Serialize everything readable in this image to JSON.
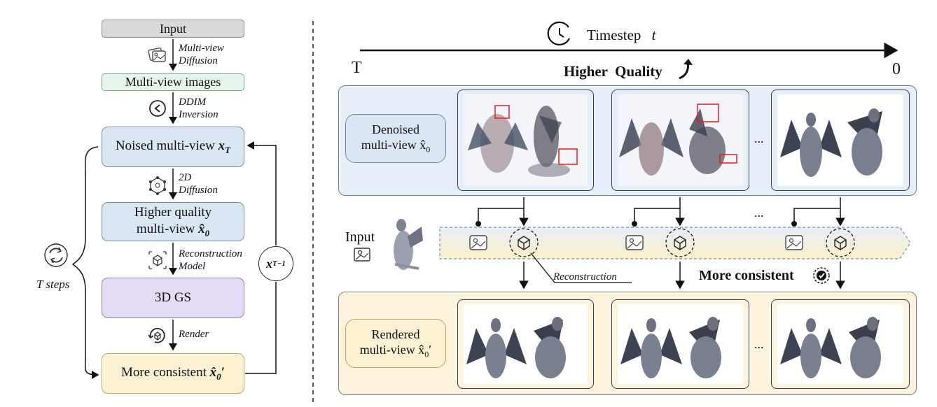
{
  "left": {
    "input": "Input",
    "step1": [
      "Multi-view",
      "Diffusion"
    ],
    "multiview_images": "Multi-view images",
    "step2": [
      "DDIM",
      "Inversion"
    ],
    "noised_text": "Noised multi-view ",
    "noised_math": "x",
    "noised_sub": "T",
    "step3": [
      "2D",
      "Diffusion"
    ],
    "hq_line1": "Higher quality",
    "hq_line2": "multi-view ",
    "hq_math": "x̂",
    "hq_sub": "0",
    "step4": [
      "Reconstruction",
      "Model"
    ],
    "gs": "3D GS",
    "step5": "Render",
    "consistent_text": "More consistent ",
    "consistent_math": "x̂",
    "consistent_sub": "0",
    "consistent_prime": "′",
    "loop_math": "x",
    "loop_sub": "T−1",
    "t_steps": "T steps"
  },
  "right": {
    "timestep_label": "Timestep",
    "timestep_var": "t",
    "t_start": "T",
    "t_end": "0",
    "higher_quality": "Higher  Quality",
    "denoised_line1": "Denoised",
    "denoised_line2": "multi-view x̂",
    "denoised_sub": "0",
    "rendered_line1": "Rendered",
    "rendered_line2": "multi-view x̂",
    "rendered_sub": "0",
    "rendered_prime": "′",
    "input_label": "Input",
    "reconstruction": "Reconstruction",
    "more_consistent": "More consistent",
    "ellipsis": "..."
  },
  "colors": {
    "gray_box": "#d9d9d9",
    "green_box": "#e6f4ea",
    "blue_box": "#dbe6f3",
    "purple_box": "#e4dcf6",
    "yellow_box": "#fcf1d2",
    "blue_panel": "#e6eef8",
    "yellow_panel": "#fbf3dc",
    "highlight_red": "#e02020"
  }
}
